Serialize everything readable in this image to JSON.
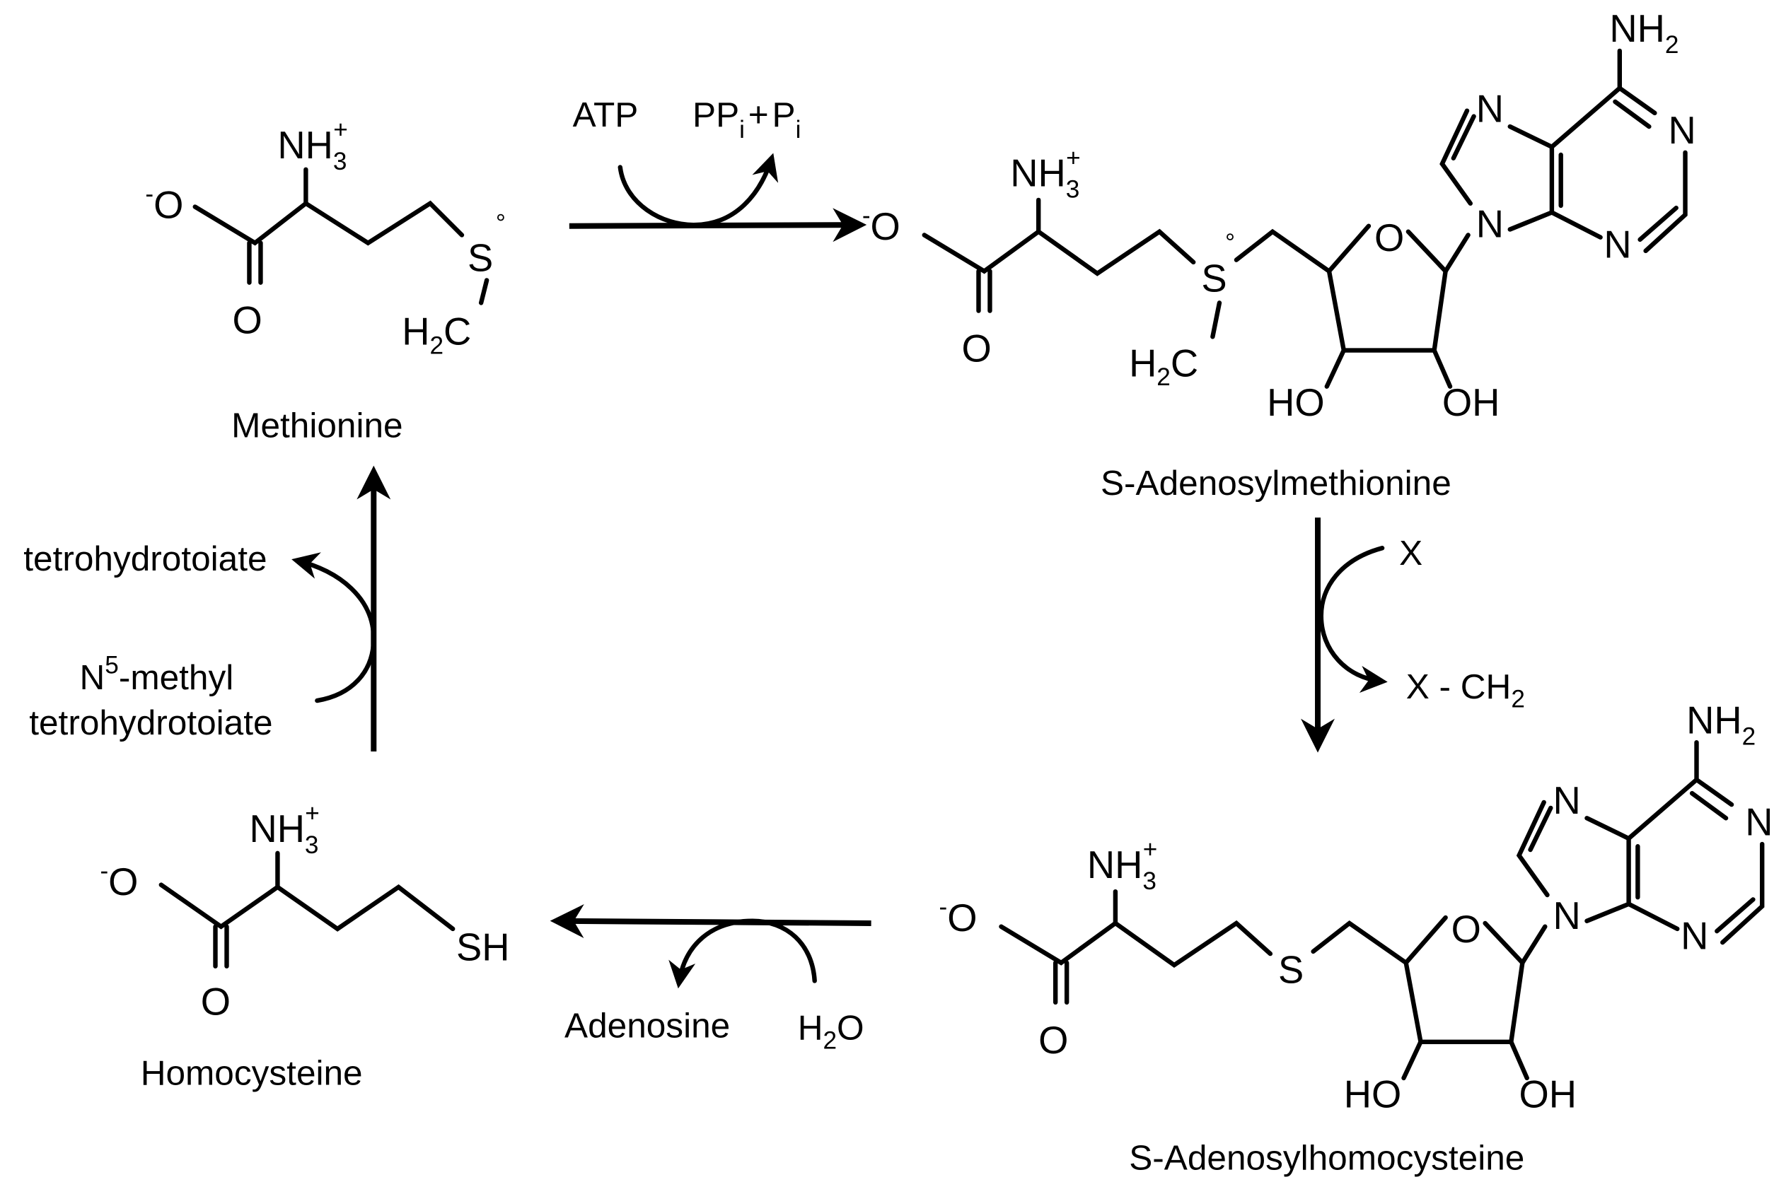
{
  "colors": {
    "ink": "#000000",
    "background": "#ffffff"
  },
  "compounds": {
    "methionine": {
      "name": "Methionine"
    },
    "sam": {
      "name": "S-Adenosylmethionine"
    },
    "sah": {
      "name": "S-Adenosylhomocysteine"
    },
    "homocysteine": {
      "name": "Homocysteine"
    }
  },
  "atoms": {
    "O": "O",
    "minus": "-",
    "NH": "NH",
    "three": "3",
    "plus": "+",
    "charge_s": "°",
    "S": "S",
    "H": "H",
    "two": "2",
    "C": "C",
    "HO": "HO",
    "OH": "OH",
    "N": "N",
    "SH": "SH"
  },
  "reactions": {
    "step1": {
      "reactant": "ATP",
      "product_pp": "PP",
      "product_i": "i",
      "plus": "+",
      "product_p": "P"
    },
    "step2": {
      "reactant": "X",
      "product": "X - CH",
      "product_sub": "2"
    },
    "step3": {
      "reactant_h": "H",
      "reactant_sub": "2",
      "reactant_o": "O",
      "product": "Adenosine"
    },
    "step4": {
      "reactant_n": "N",
      "reactant_sup": "5",
      "reactant_rest": "-methyl",
      "reactant_line2": "tetrohydrotoiate",
      "product": "tetrohydrotoiate"
    }
  }
}
